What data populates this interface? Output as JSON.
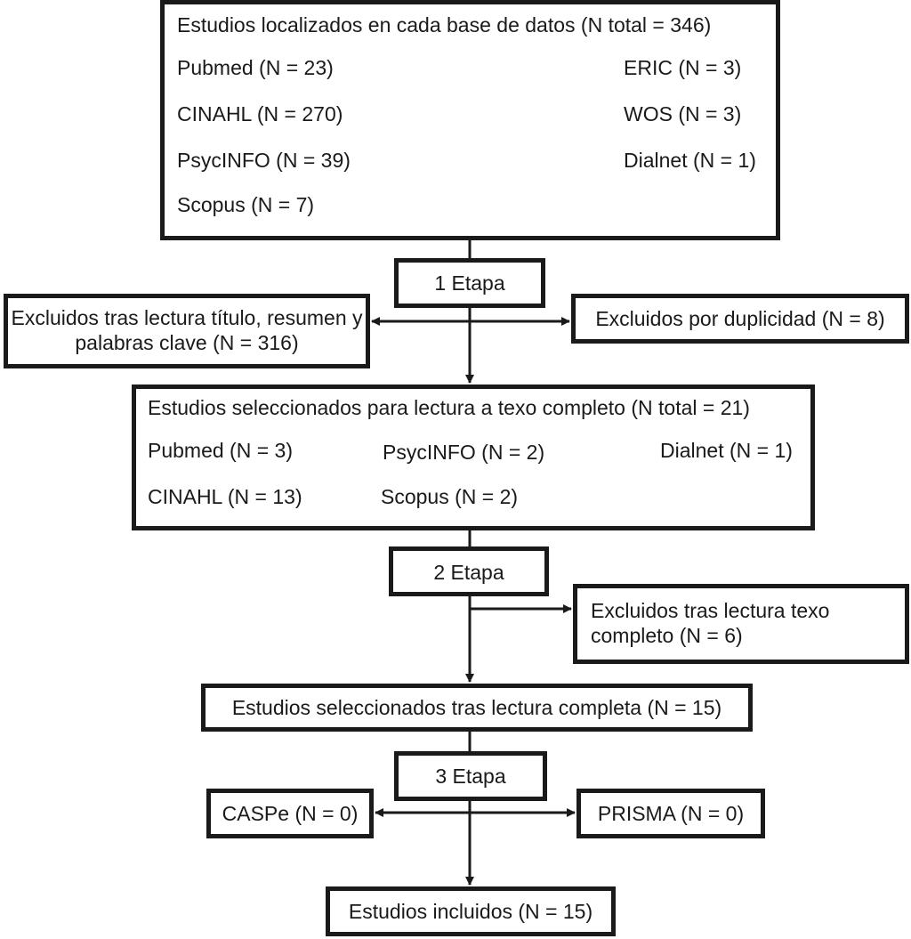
{
  "top_box": {
    "title": "Estudios localizados en cada base de datos (N total = 346)",
    "items": [
      "Pubmed (N = 23)",
      "CINAHL (N = 270)",
      "PsycINFO (N = 39)",
      "Scopus (N = 7)",
      "ERIC (N = 3)",
      "WOS (N = 3)",
      "Dialnet (N = 1)"
    ]
  },
  "stage1": {
    "label": "1 Etapa",
    "excluded_left": "Excluidos tras lectura título, resumen y palabras clave (N = 316)",
    "excluded_right": "Excluidos por duplicidad (N = 8)"
  },
  "selected_full_text": {
    "title": "Estudios seleccionados para lectura a texo completo (N total = 21)",
    "items": [
      "Pubmed (N = 3)",
      "CINAHL (N = 13)",
      "PsycINFO (N = 2)",
      "Scopus (N = 2)",
      "Dialnet (N = 1)"
    ]
  },
  "stage2": {
    "label": "2 Etapa",
    "excluded": "Excluidos tras lectura texo completo (N = 6)"
  },
  "selected_after": "Estudios seleccionados tras lectura completa (N = 15)",
  "stage3": {
    "label": "3 Etapa",
    "left": "CASPe (N = 0)",
    "right": "PRISMA (N = 0)"
  },
  "included": "Estudios incluidos (N = 15)"
}
